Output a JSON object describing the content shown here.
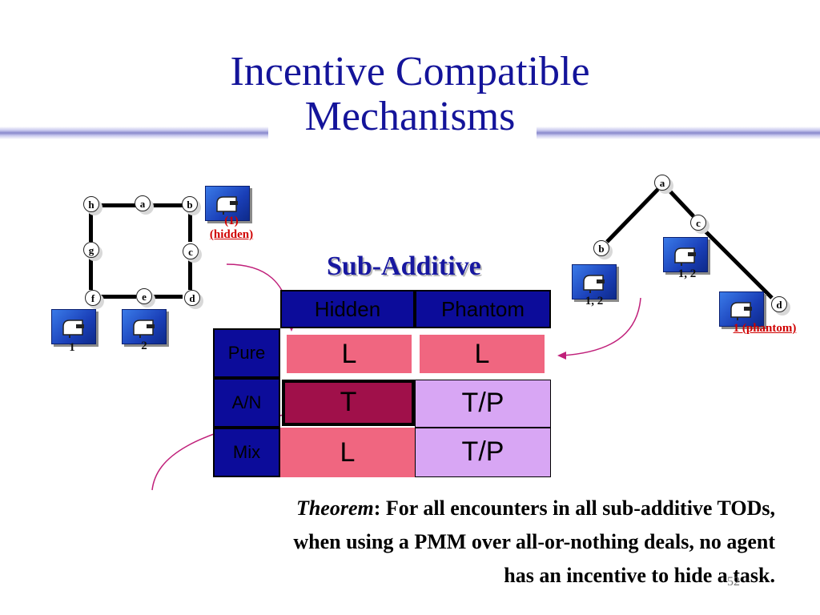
{
  "title": {
    "line1": "Incentive Compatible",
    "line2": "Mechanisms"
  },
  "left_graph": {
    "nodes": {
      "h": "h",
      "a": "a",
      "b": "b",
      "g": "g",
      "c": "c",
      "f": "f",
      "e": "e",
      "d": "d"
    },
    "label_hidden_1": "(1)",
    "label_hidden_2": "(hidden)",
    "label_task1": "1",
    "label_task2": "2"
  },
  "right_graph": {
    "nodes": {
      "a": "a",
      "b": "b",
      "c": "c",
      "d": "d"
    },
    "label_b": "1, 2",
    "label_c": "1, 2",
    "label_d": "1 (phantom)"
  },
  "table": {
    "title": "Sub-Additive",
    "col_headers": [
      "Hidden",
      "Phantom"
    ],
    "rows": [
      {
        "label": "Pure",
        "hidden": "L",
        "phantom": "L"
      },
      {
        "label": "A/N",
        "hidden": "T",
        "phantom": "T/P"
      },
      {
        "label": "Mix",
        "hidden": "L",
        "phantom": "T/P"
      }
    ]
  },
  "theorem": {
    "lead": "Theorem",
    "line1": ": For all encounters in all sub-additive TODs,",
    "line2": "when using a PMM over all-or-nothing deals, no agent",
    "line3": "has an incentive to hide a task."
  },
  "slide_number": "52",
  "colors": {
    "title": "#14149a",
    "header": "#0c0c9a",
    "pink": "#f06680",
    "lavender": "#d8a6f4",
    "maroon": "#a0104a",
    "arrow": "#c0207a",
    "red_label": "#d00000"
  }
}
